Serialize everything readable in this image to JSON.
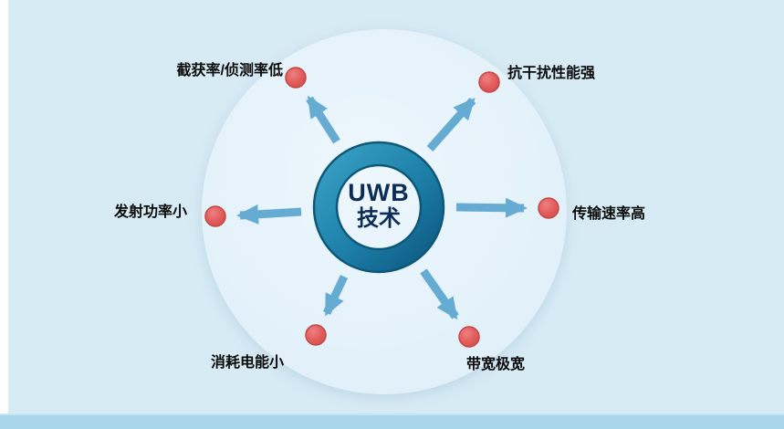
{
  "center": {
    "line1": "UWB",
    "line2": "技术"
  },
  "spokes": [
    {
      "position": "top-left",
      "label": "截获率/侦测率低"
    },
    {
      "position": "top-right",
      "label": "抗干扰性能强"
    },
    {
      "position": "right",
      "label": "传输速率高"
    },
    {
      "position": "bottom-right",
      "label": "带宽极宽"
    },
    {
      "position": "bottom-left",
      "label": "消耗电能小"
    },
    {
      "position": "left",
      "label": "发射功率小"
    }
  ],
  "colors": {
    "background": "#d7ebf5",
    "inner_circle": "#e4f2fa",
    "ring": "#1d7fa8",
    "ring_outline": "#0d5878",
    "arrow": "#66abd2",
    "dot": "#e25c5c",
    "dot_outline": "#c24848",
    "label_text": "#0a0a0a",
    "center_text": "#0b2d55",
    "bottom_band": "#a9d6ea"
  }
}
